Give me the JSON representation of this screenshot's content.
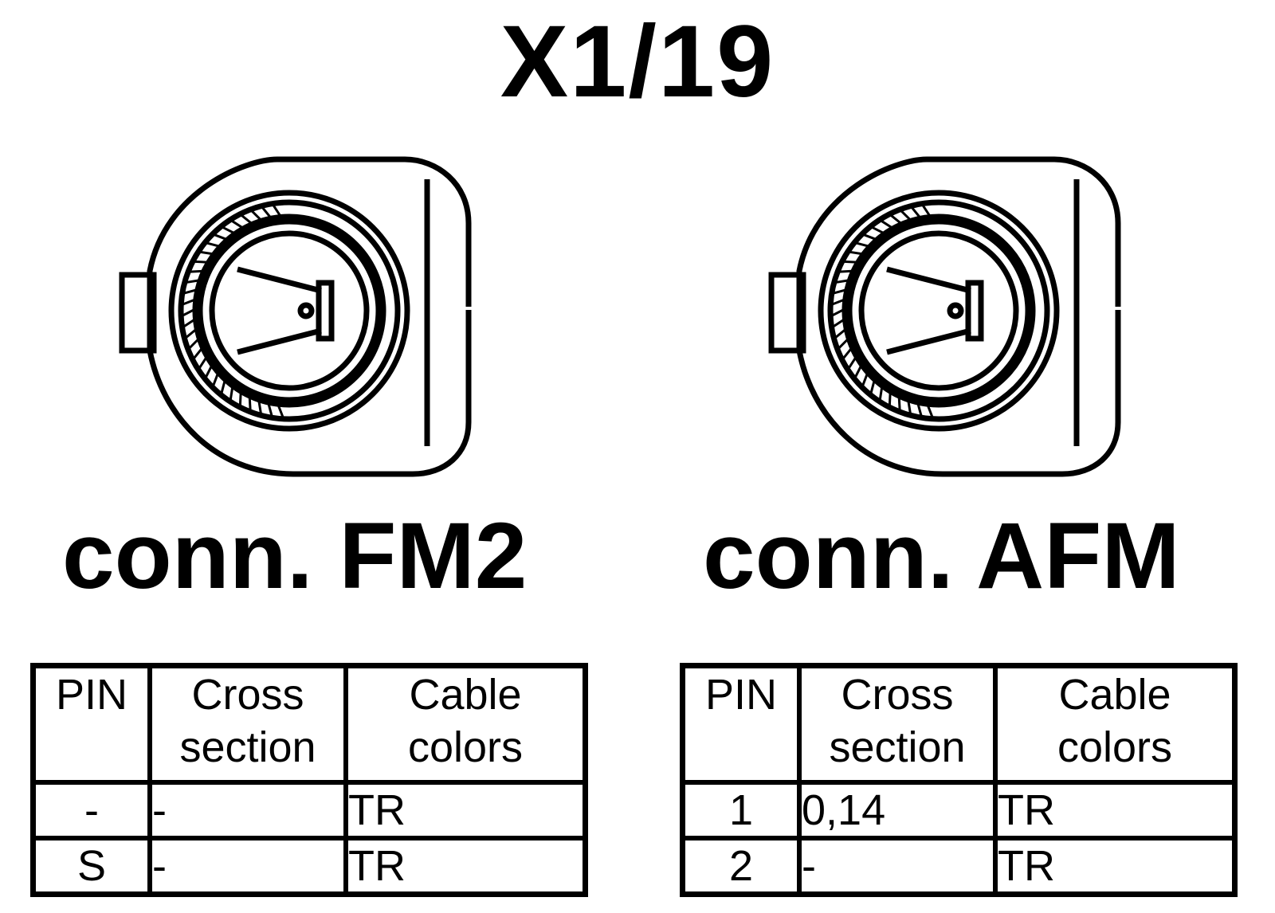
{
  "title": "X1/19",
  "connectors": [
    {
      "label": "conn. FM2",
      "table": {
        "headers": {
          "pin": "PIN",
          "cross": [
            "Cross",
            "section"
          ],
          "colors": [
            "Cable",
            "colors"
          ]
        },
        "rows": [
          {
            "pin": "-",
            "cross": "-",
            "color": "TR"
          },
          {
            "pin": "S",
            "cross": "-",
            "color": "TR"
          }
        ]
      }
    },
    {
      "label": "conn. AFM",
      "table": {
        "headers": {
          "pin": "PIN",
          "cross": [
            "Cross",
            "section"
          ],
          "colors": [
            "Cable",
            "colors"
          ]
        },
        "rows": [
          {
            "pin": "1",
            "cross": "0,14",
            "color": "TR"
          },
          {
            "pin": "2",
            "cross": "-",
            "color": "TR"
          }
        ]
      }
    }
  ]
}
